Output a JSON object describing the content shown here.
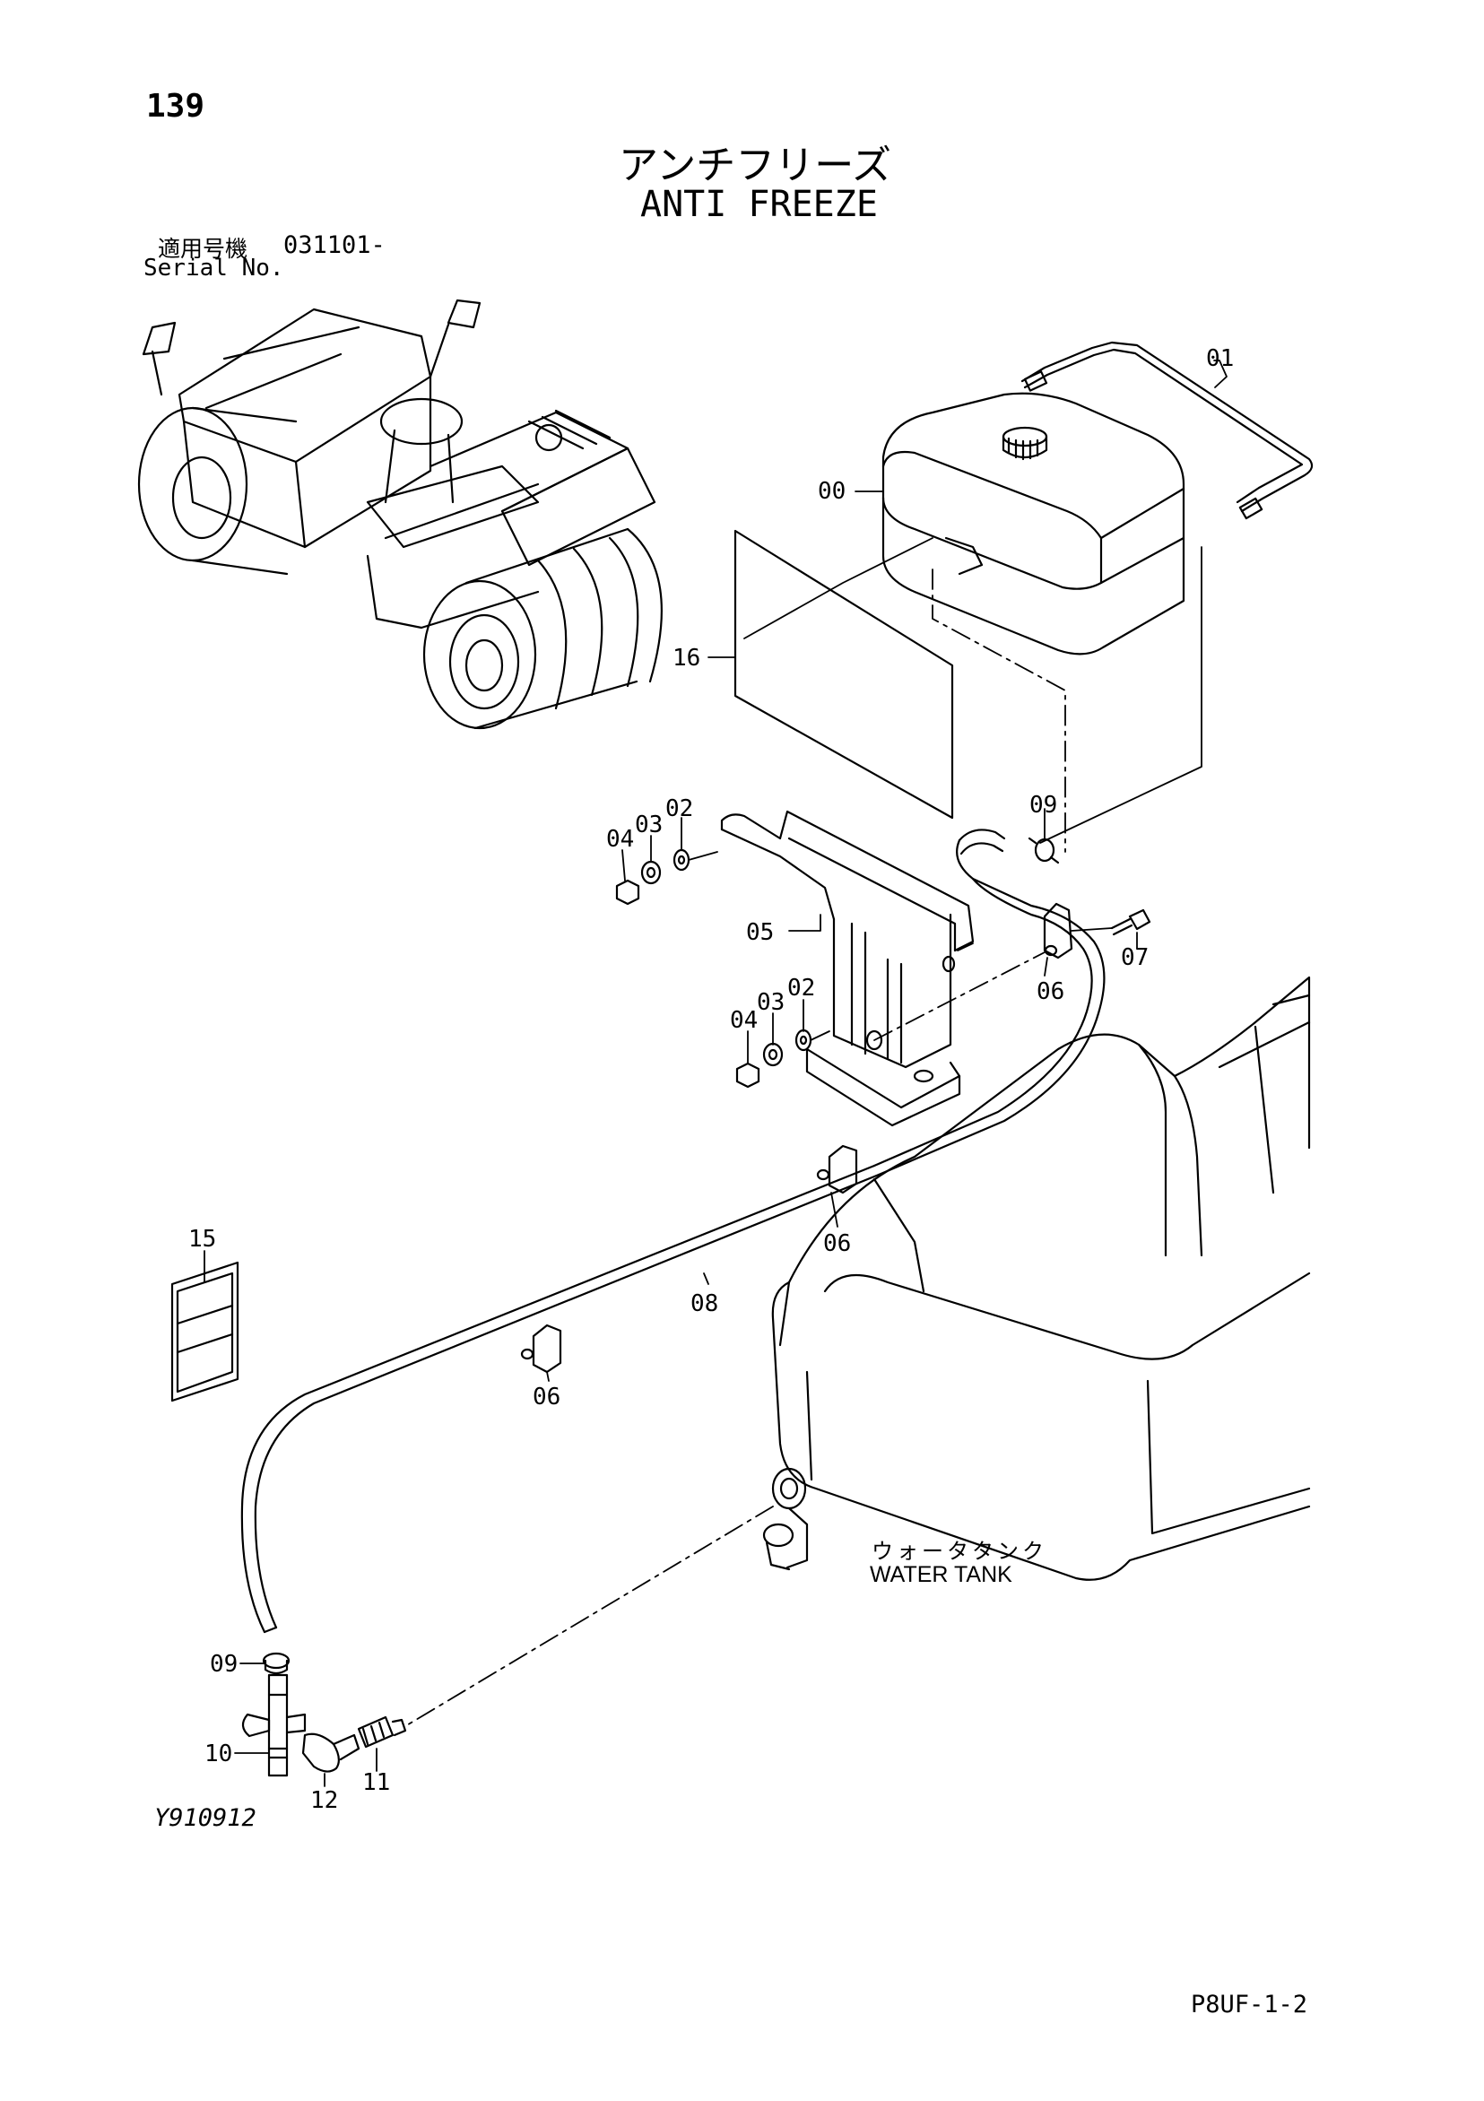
{
  "page_number": "139",
  "title_ja": "アンチフリーズ",
  "title_en": "ANTI FREEZE",
  "serial_label_ja": "適用号機",
  "serial_number": "031101-",
  "serial_label_en": "Serial No.",
  "diagram_code": "Y910912",
  "page_code": "P8UF-1-2",
  "water_tank_ja": "ウォータタンク",
  "water_tank_en": "WATER TANK",
  "callouts": {
    "c00": "00",
    "c01": "01",
    "c02a": "02",
    "c02b": "02",
    "c03a": "03",
    "c03b": "03",
    "c04a": "04",
    "c04b": "04",
    "c05": "05",
    "c06a": "06",
    "c06b": "06",
    "c06c": "06",
    "c07": "07",
    "c08": "08",
    "c09a": "09",
    "c09b": "09",
    "c10": "10",
    "c11": "11",
    "c12": "12",
    "c15": "15",
    "c16": "16"
  }
}
